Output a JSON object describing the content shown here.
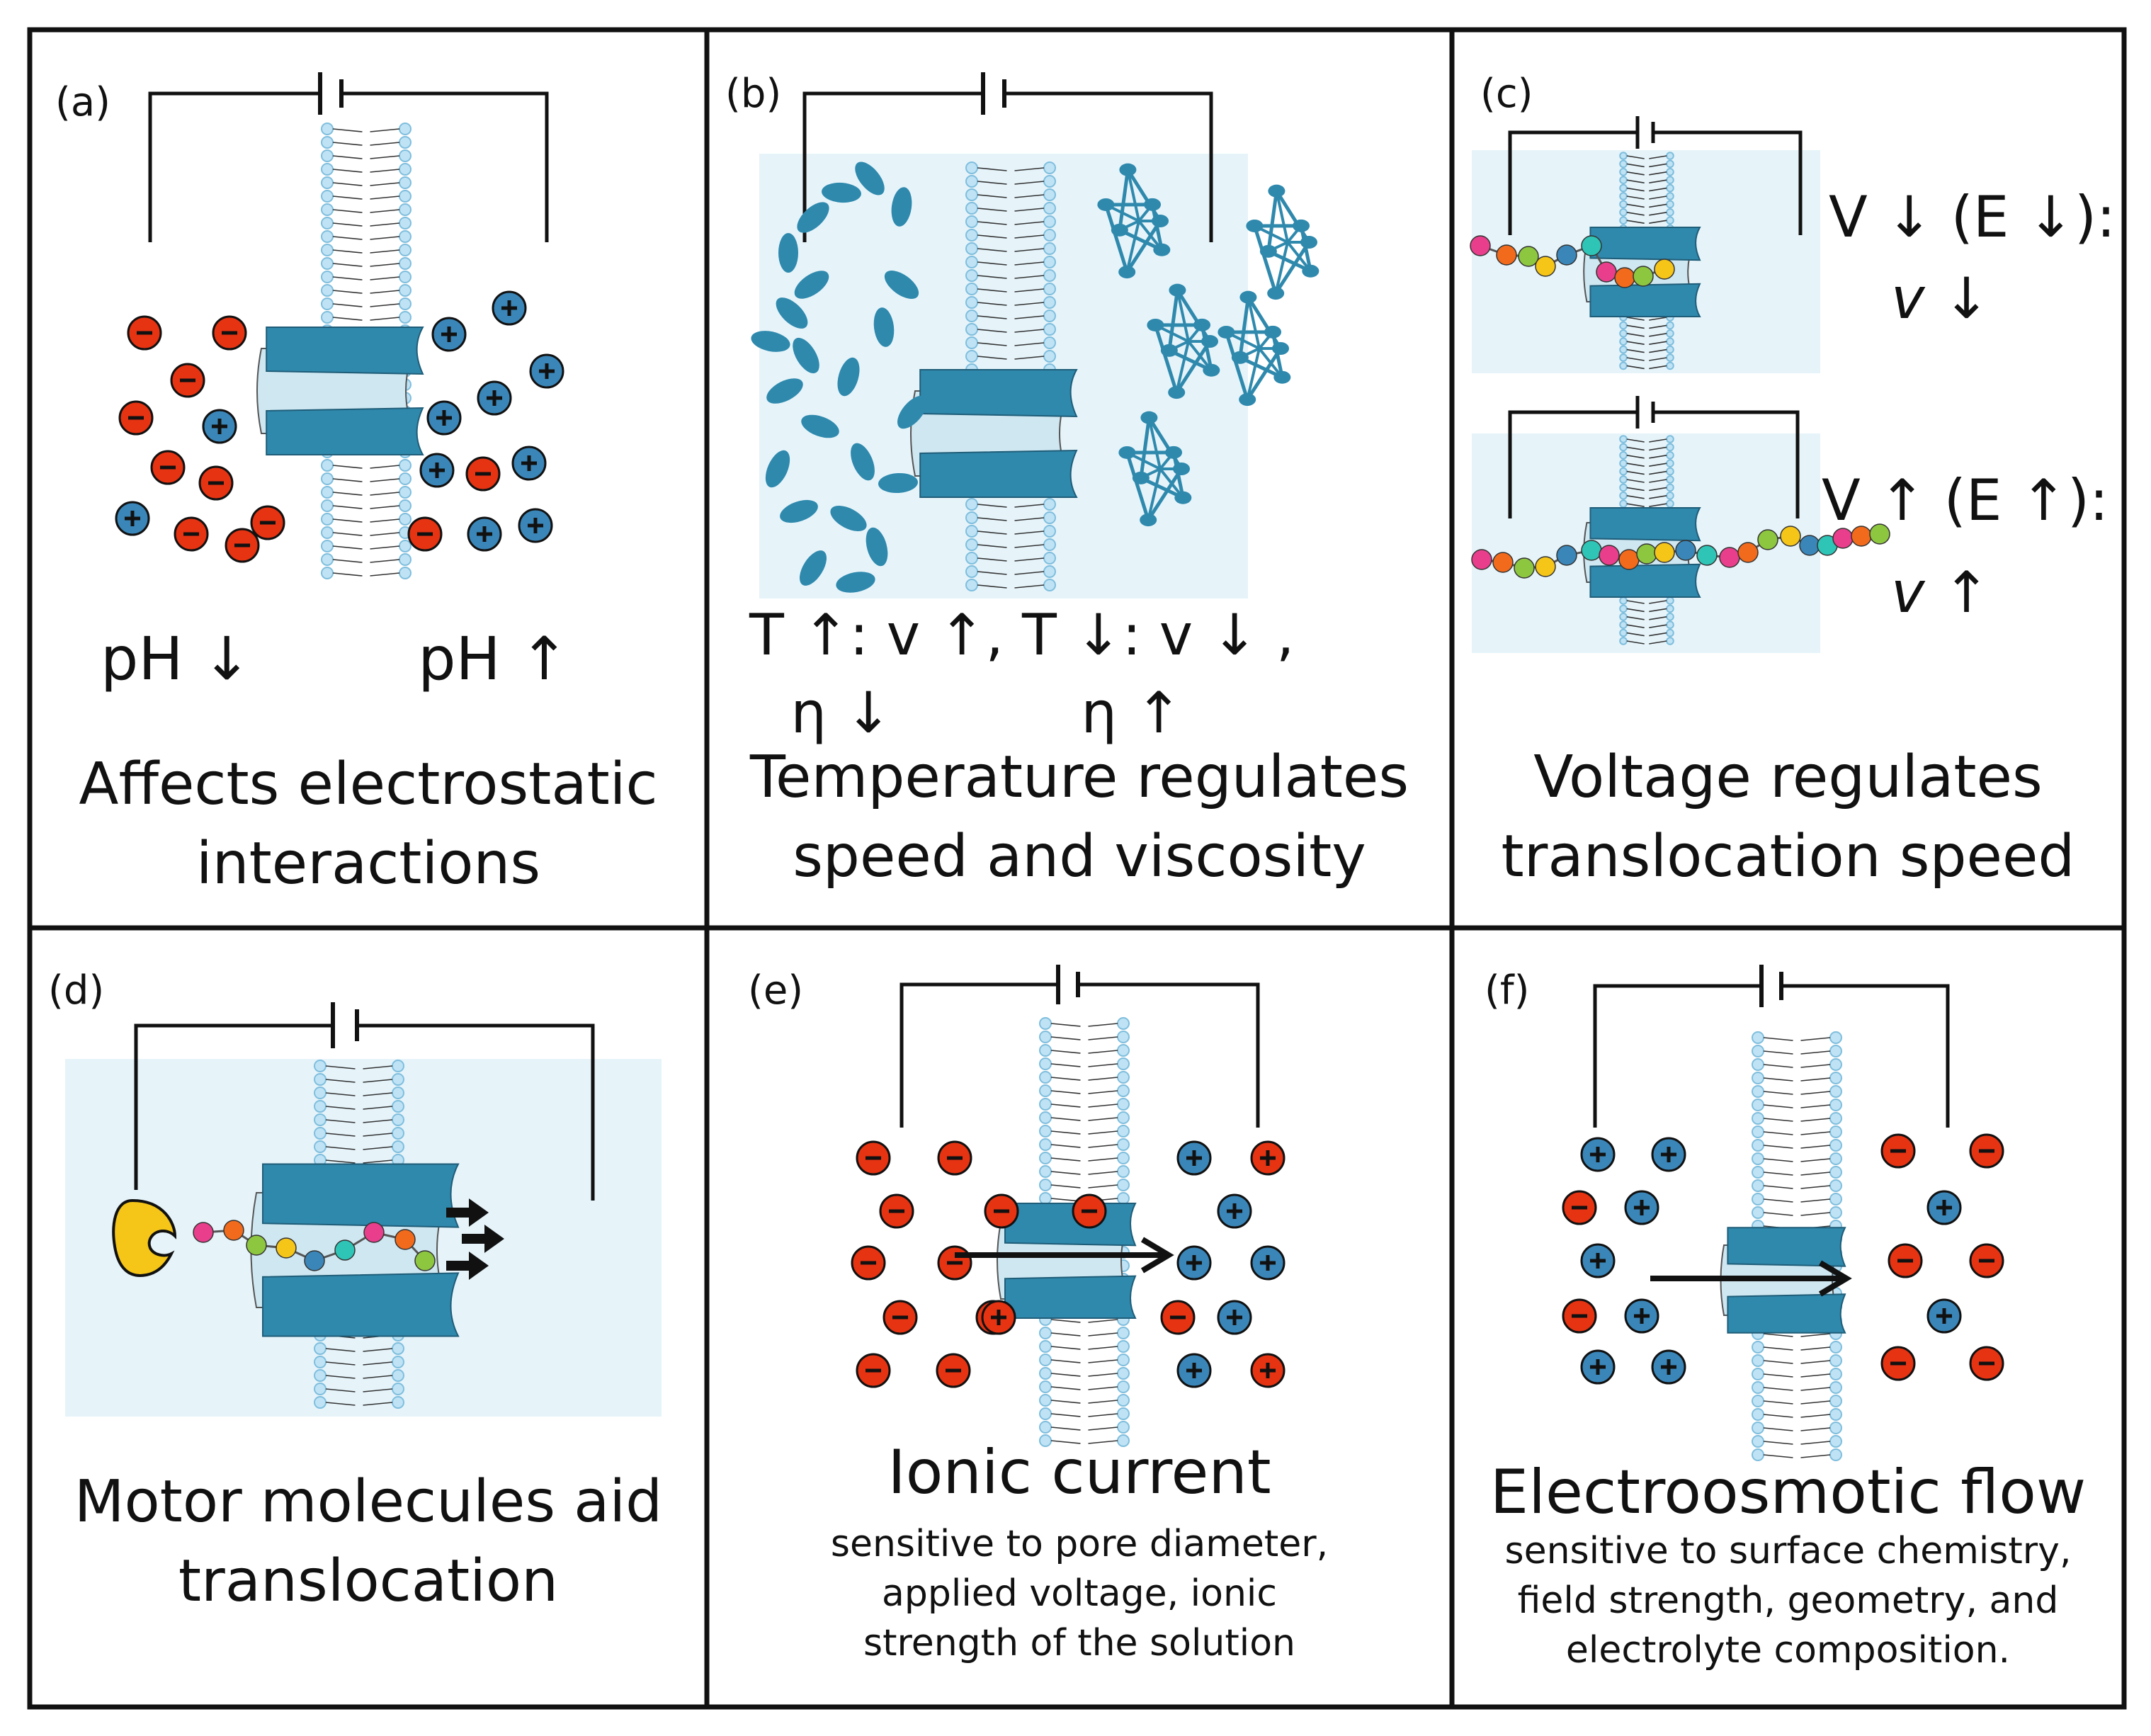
{
  "colors": {
    "border": "#111111",
    "water": "#e6f4fa",
    "pore_dark": "#2f89ad",
    "pore_light": "#cfe7f1",
    "lipid_head": "#bfe3f5",
    "anion": "#e63312",
    "cation": "#3a86b8",
    "motor": "#f5c518"
  },
  "icons": [
    "battery-icon",
    "lipid-bilayer-icon",
    "protein-pore-icon",
    "anion-icon",
    "cation-icon",
    "dna-strand-icon",
    "motor-protein-icon",
    "arrow-icon",
    "polymer-network-icon"
  ],
  "panels": {
    "a": {
      "label": "(a)",
      "left_text": "pH ↓",
      "right_text": "pH ↑",
      "caption_line1": "Affects electrostatic",
      "caption_line2": "interactions"
    },
    "b": {
      "label": "(b)",
      "left_text_line1": "T ↑: v ↑,",
      "left_text_line2": "η ↓",
      "right_text_line1": "T ↓: v ↓ ,",
      "right_text_line2": "η ↑",
      "caption_line1": "Temperature regulates",
      "caption_line2": "speed and viscosity"
    },
    "c": {
      "label": "(c)",
      "top_text_line1": "V ↓ (E ↓):",
      "top_text_line2": "v ↓",
      "bottom_text_line1": "V ↑ (E ↑):",
      "bottom_text_line2": "v ↑",
      "caption_line1": "Voltage regulates",
      "caption_line2": "translocation speed"
    },
    "d": {
      "label": "(d)",
      "caption_line1": "Motor molecules aid",
      "caption_line2": "translocation"
    },
    "e": {
      "label": "(e)",
      "title": "Ionic current",
      "sub_line1": "sensitive to pore diameter,",
      "sub_line2": "applied voltage, ionic",
      "sub_line3": "strength of the solution"
    },
    "f": {
      "label": "(f)",
      "title": "Electroosmotic flow",
      "sub_line1": "sensitive to surface chemistry,",
      "sub_line2": "field strength, geometry, and",
      "sub_line3": "electrolyte composition."
    }
  }
}
